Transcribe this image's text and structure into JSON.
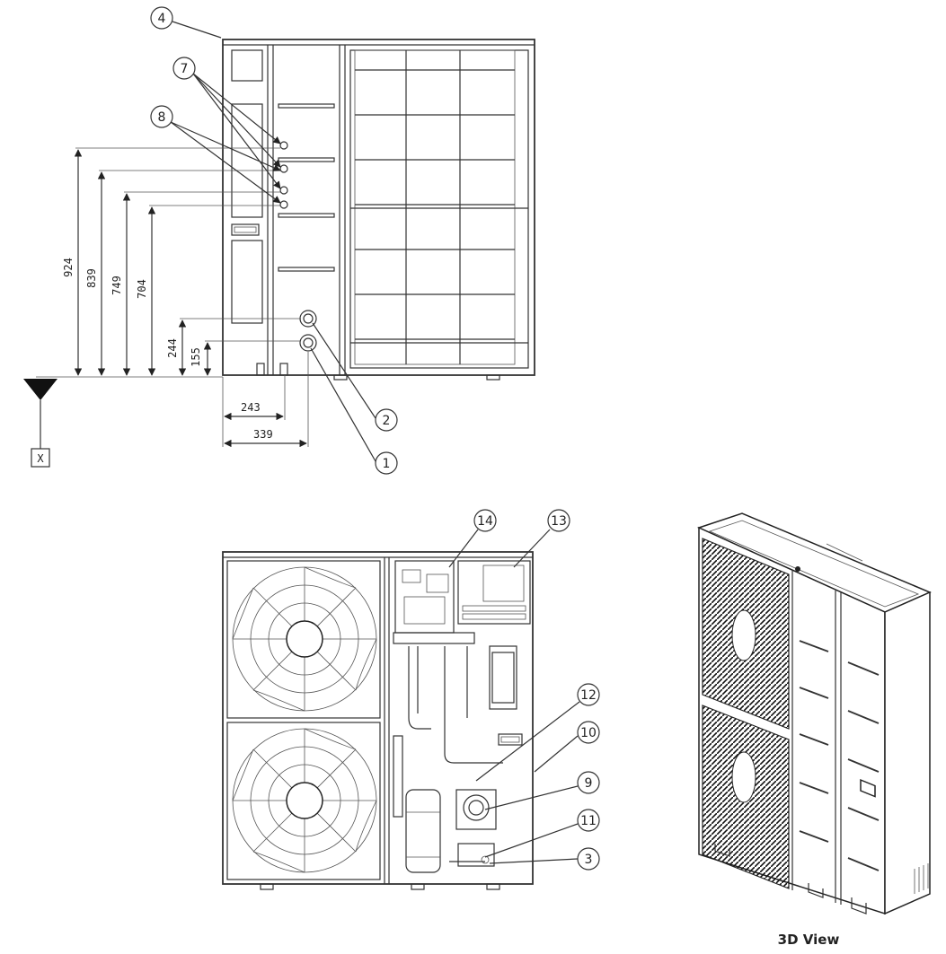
{
  "front_view": {
    "callouts": {
      "c4": "4",
      "c7": "7",
      "c8": "8",
      "c2": "2",
      "c1": "1"
    },
    "dimensions": {
      "h924": "924",
      "h839": "839",
      "h749": "749",
      "h704": "704",
      "h244": "244",
      "h155": "155",
      "w243": "243",
      "w339": "339"
    },
    "datum_label": "X"
  },
  "rear_view": {
    "callouts": {
      "c14": "14",
      "c13": "13",
      "c12": "12",
      "c10": "10",
      "c9": "9",
      "c11": "11",
      "c3": "3"
    }
  },
  "iso_view": {
    "caption": "3D View"
  }
}
